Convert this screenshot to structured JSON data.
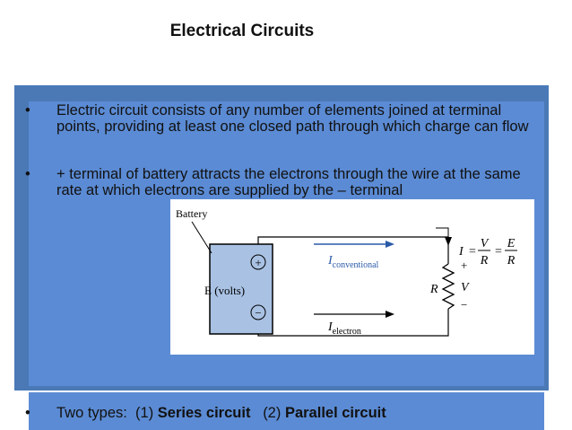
{
  "title": "Electrical Circuits",
  "bullets": [
    {
      "marker": "•",
      "text": "Electric circuit consists of any number of elements joined at terminal points, providing at least one closed path through which charge can flow"
    },
    {
      "marker": "•",
      "text": "+ terminal of battery attracts the electrons through the wire at the same rate at which electrons are supplied by the – terminal"
    }
  ],
  "types": {
    "marker": "•",
    "prefix": "Two types:  (1) ",
    "type1": "Series circuit",
    "mid": "   (2) ",
    "type2": "Parallel circuit"
  },
  "diagram": {
    "battery_label": "Battery",
    "emf_label": "E (volts)",
    "plus": "+",
    "minus": "−",
    "i_conv_main": "I",
    "i_conv_sub": "conventional",
    "i_elec_main": "I",
    "i_elec_sub": "electron",
    "resistor_label": "R",
    "voltage_label": "V",
    "voltage_plus": "+",
    "voltage_minus": "−",
    "ohm_I": "I",
    "ohm_eq1": "=",
    "ohm_V": "V",
    "ohm_R1": "R",
    "ohm_eq2": "=",
    "ohm_E": "E",
    "ohm_R2": "R",
    "colors": {
      "battery_fill": "#a9c2e4",
      "arrow": "#2a5aa8",
      "line": "#000000"
    }
  }
}
